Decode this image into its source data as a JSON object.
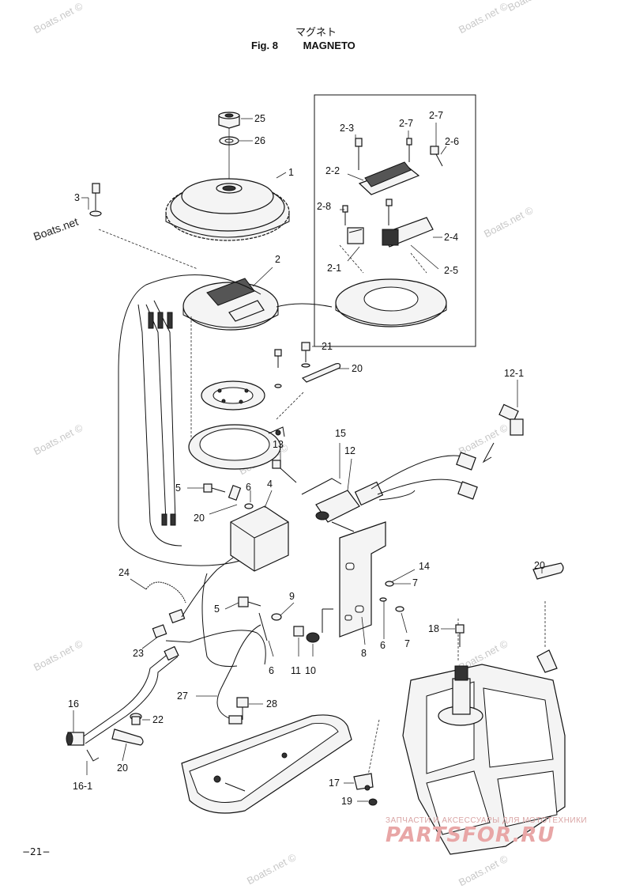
{
  "header": {
    "title_jp": "マグネト",
    "fig_number": "Fig. 8",
    "title_en": "MAGNETO"
  },
  "footer": {
    "page_number": "−21−"
  },
  "watermarks": [
    "Boats.net ©",
    "Boats.net ©",
    "Boats.net ©",
    "Boats.net",
    "Boats.net ©",
    "Boats.net ©",
    "Boats.net ©",
    "Boats.net ©",
    "Boats.net ©",
    "Boats.net ©",
    "Boats.net ©",
    "Boats.net ©"
  ],
  "banner": {
    "tagline": "ЗАПЧАСТИ И АКСЕССУАРЫ ДЛЯ МОТОТЕХНИКИ",
    "logo_text": "PARTSFOR.RU"
  },
  "callouts": [
    "25",
    "26",
    "1",
    "3",
    "2-3",
    "2-7",
    "2-7",
    "2-6",
    "2-2",
    "2-8",
    "2-4",
    "2-1",
    "2-5",
    "2",
    "21",
    "20",
    "12-1",
    "15",
    "12",
    "13",
    "5",
    "6",
    "4",
    "20",
    "24",
    "14",
    "7",
    "5",
    "9",
    "6",
    "7",
    "20",
    "18",
    "23",
    "6",
    "11",
    "10",
    "8",
    "16",
    "22",
    "27",
    "28",
    "20",
    "16-1",
    "17",
    "19"
  ]
}
